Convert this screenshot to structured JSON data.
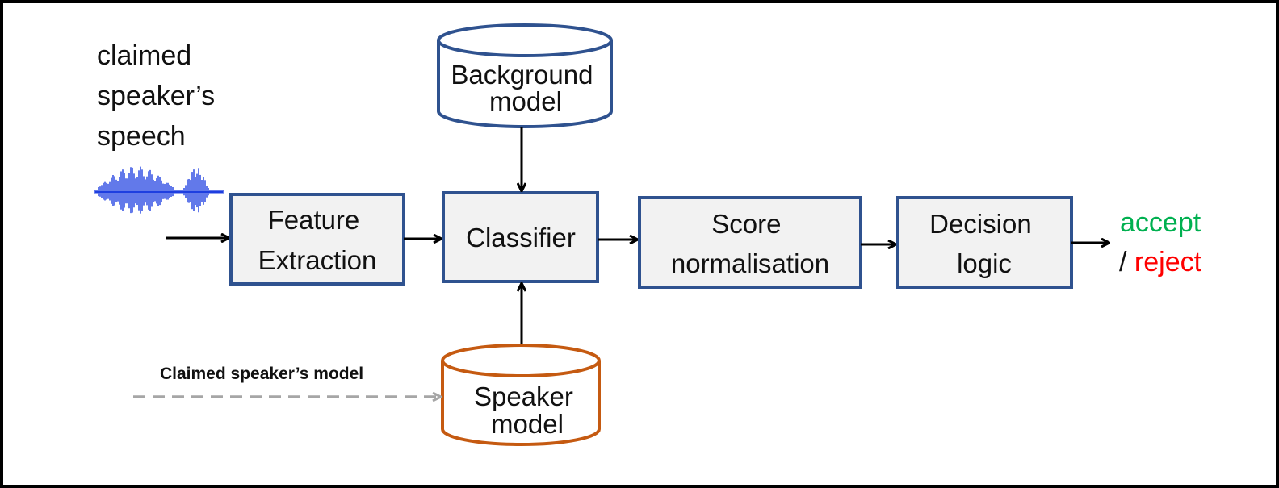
{
  "input": {
    "speech_label_lines": [
      "claimed",
      "speaker’s",
      "speech"
    ],
    "waveform_icon": "waveform-icon"
  },
  "blocks": {
    "feature_extraction": [
      "Feature",
      "Extraction"
    ],
    "classifier": [
      "Classifier"
    ],
    "score_normalisation": [
      "Score",
      "normalisation"
    ],
    "decision_logic": [
      "Decision",
      "logic"
    ]
  },
  "databases": {
    "background_model": [
      "Background",
      "model"
    ],
    "speaker_model": [
      "Speaker",
      "model"
    ]
  },
  "claimed_model_label": "Claimed speaker’s  model",
  "output": {
    "accept": "accept",
    "separator": "/",
    "reject": "reject"
  },
  "colors": {
    "block_border": "#2f528f",
    "block_fill": "#f2f2f2",
    "background_db_border": "#2f528f",
    "speaker_db_border": "#c55a11",
    "waveform": "#1f3fe0",
    "accept": "#00b050",
    "reject": "#ff0000",
    "dashed_arrow": "#a6a6a6",
    "frame": "#000000"
  }
}
